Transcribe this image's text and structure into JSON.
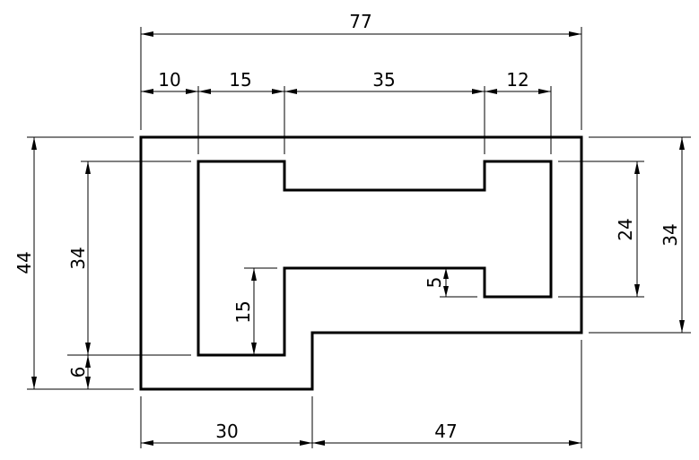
{
  "dimensions": {
    "overall_width": "77",
    "top_seg_1": "10",
    "top_seg_2": "15",
    "top_seg_3": "35",
    "top_seg_4": "12",
    "overall_height": "44",
    "inner_height": "34",
    "bottom_offset": "6",
    "inner_stem_height": "15",
    "right_inner_height": "24",
    "right_outer_height": "34",
    "notch_depth": "5",
    "bottom_left_width": "30",
    "bottom_right_width": "47"
  }
}
